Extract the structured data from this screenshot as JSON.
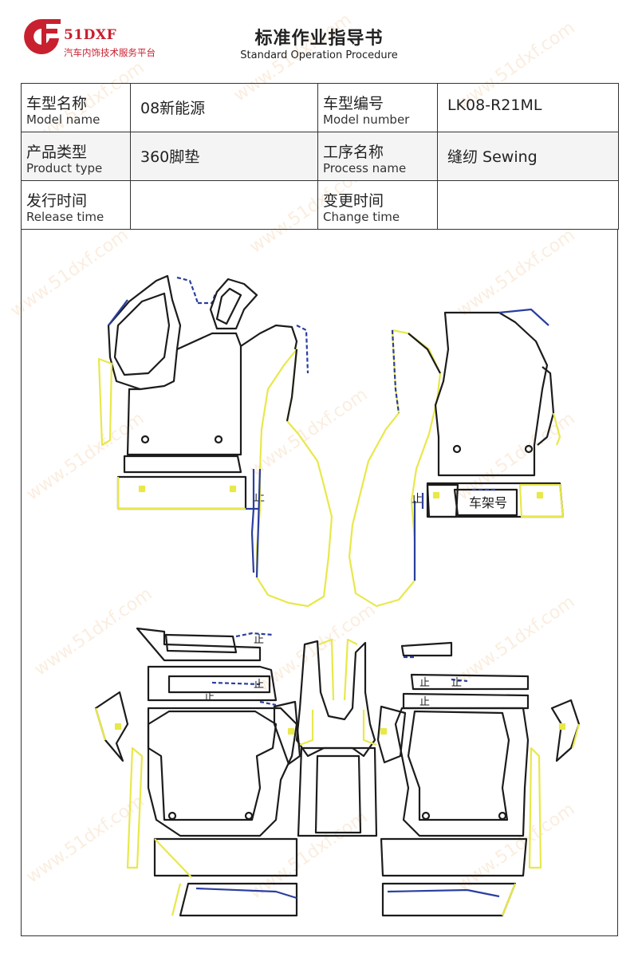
{
  "header": {
    "brand": "51DXF",
    "tagline": "汽车内饰技术服务平台",
    "title": "标准作业指导书",
    "subtitle": "Standard Operation Procedure",
    "brand_color": "#c8202f"
  },
  "info": {
    "model_name": {
      "cn": "车型名称",
      "en": "Model name",
      "value": "08新能源"
    },
    "model_number": {
      "cn": "车型编号",
      "en": "Model number",
      "value": "LK08-R21ML"
    },
    "product_type": {
      "cn": "产品类型",
      "en": "Product type",
      "value": "360脚垫"
    },
    "process_name": {
      "cn": "工序名称",
      "en": "Process name",
      "value": "缝纫 Sewing"
    },
    "release_time": {
      "cn": "发行时间",
      "en": "Release time",
      "value": ""
    },
    "change_time": {
      "cn": "变更时间",
      "en": "Change time",
      "value": ""
    }
  },
  "drawing": {
    "stop_mark": "止",
    "frame_label": "车架号",
    "colors": {
      "outline": "#1c1c1c",
      "edge_yellow": "#e8e84a",
      "edge_blue": "#2a3f9e"
    }
  },
  "watermark": {
    "text": "www.51dxf.com"
  }
}
